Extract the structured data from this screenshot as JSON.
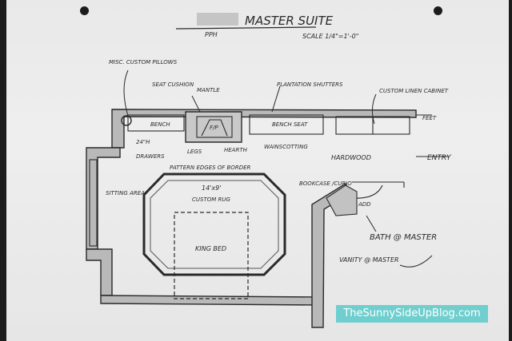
{
  "title": "MASTER SUITE",
  "subtitle": "PPH",
  "scale": "SCALE 1/4\"=1'-0\"",
  "labels": {
    "misc_custom_pillows": "MISC. CUSTOM PILLOWS",
    "seat_cushion": "SEAT CUSHION",
    "mantle": "MANTLE",
    "plantation_shutters": "PLANTATION SHUTTERS",
    "custom_linen_cabinet": "CUSTOM LINEN CABINET",
    "bench": "BENCH",
    "fp": "F/P",
    "bench_seat": "BENCH SEAT",
    "feet": "FEET",
    "size_24": "24\"H",
    "drawers": "DRAWERS",
    "legs": "LEGS",
    "hearth": "HEARTH",
    "wainscotting": "WAINSCOTTING",
    "hardwood": "HARDWOOD",
    "entry": "ENTRY",
    "pattern_edges_of_border": "PATTERN EDGES OF BORDER",
    "bookcase_curio": "BOOKCASE /CURIO",
    "rug_size": "14'x9'",
    "custom_rug": "CUSTOM RUG",
    "sitting_area": "SITTING AREA",
    "king_bed": "KING BED",
    "add": "ADD",
    "bath_at_master": "BATH @ MASTER",
    "vanity_at_master": "VANITY @ MASTER"
  },
  "watermark": "TheSunnySideUpBlog.com",
  "colors": {
    "paper": "#eeeeee",
    "ink": "#2a2a2a",
    "wall_fill": "#b9b9b9",
    "watermark": "#66cccc"
  }
}
